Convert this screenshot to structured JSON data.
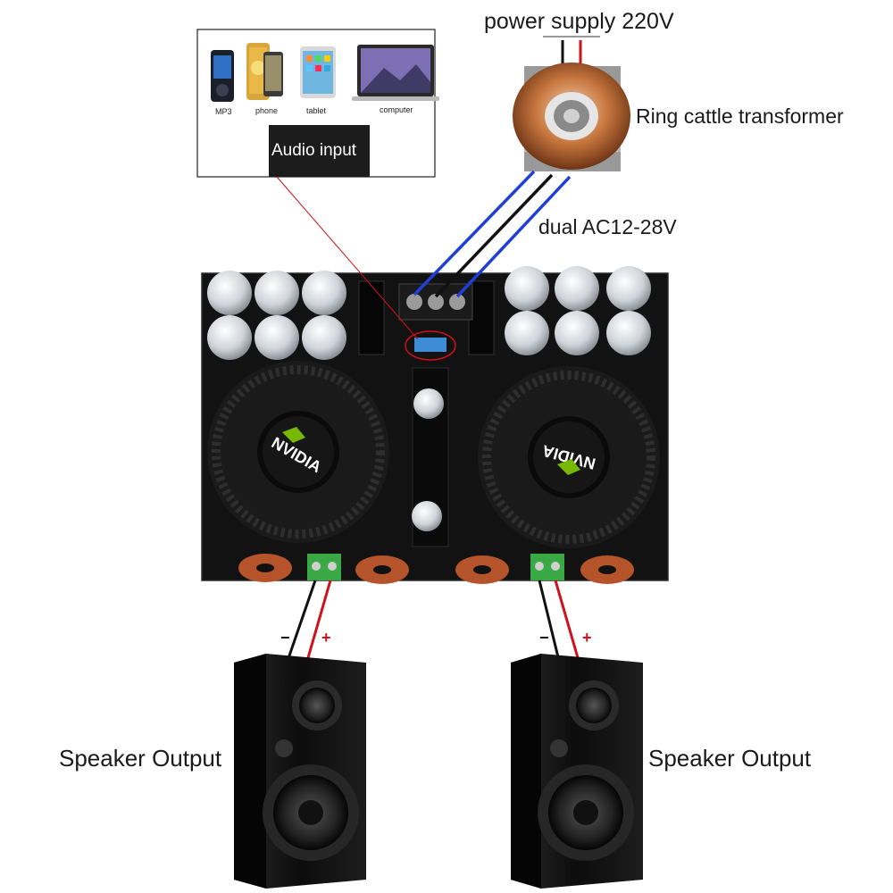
{
  "labels": {
    "power_supply": "power supply 220V",
    "transformer": "Ring cattle transformer",
    "ac_input": "dual AC12-28V",
    "audio_input": "Audio input",
    "speaker_left": "Speaker Output",
    "speaker_right": "Speaker Output"
  },
  "devices": {
    "mp3": "MP3",
    "phone": "phone",
    "tablet": "tablet",
    "computer": "computer"
  },
  "board": {
    "fan_logo_left": "NVIDIA",
    "fan_logo_right": "NVIDIA"
  },
  "polarity": {
    "minus": "−",
    "plus": "+"
  },
  "colors": {
    "board": "#111111",
    "wire_blue": "#1f3fd6",
    "wire_red": "#d0101a",
    "wire_black": "#111111",
    "copper": "#b5532a",
    "terminal_green": "#3aa845",
    "nvidia_green": "#76b900"
  }
}
